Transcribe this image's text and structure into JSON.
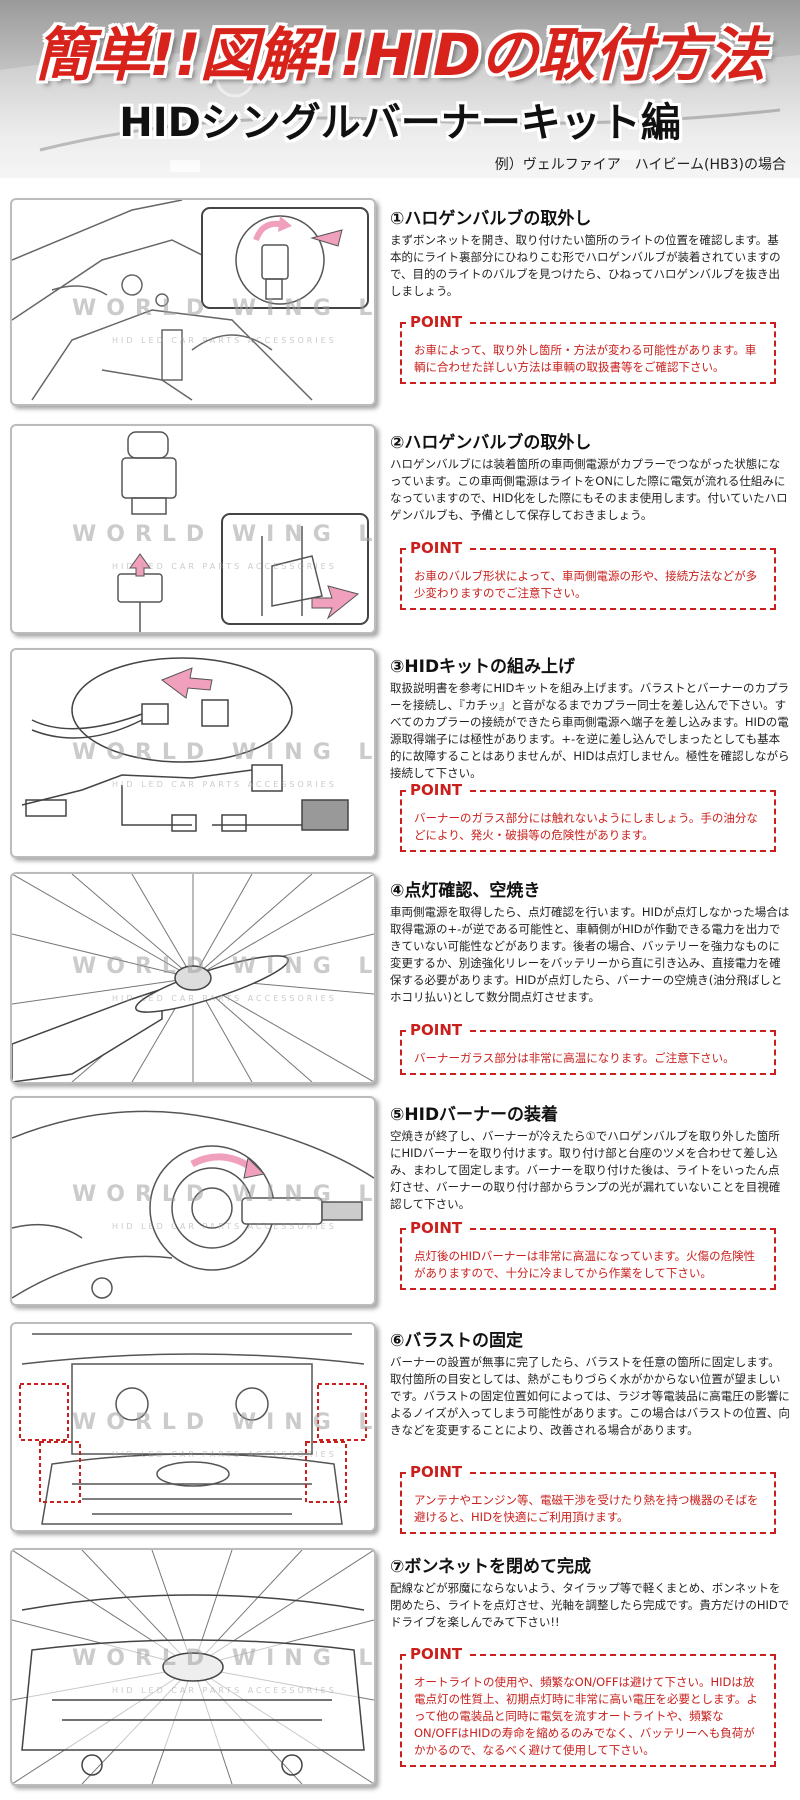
{
  "header": {
    "title": "簡単!!図解!!HIDの取付方法",
    "subtitle": "HIDシングルバーナーキット編",
    "example": "例）ヴェルファイア　ハイビーム(HB3)の場合"
  },
  "watermark": {
    "line1": "WORLD WING LIGHT",
    "line2": "HID LED CAR PARTS ACCESSORIES"
  },
  "point_label": "POINT",
  "steps": [
    {
      "title": "①ハロゲンバルブの取外し",
      "body": "まずボンネットを開き、取り付けたい箇所のライトの位置を確認します。基本的にライト裏部分にひねりこむ形でハロゲンバルブが装着されていますので、目的のライトのバルブを見つけたら、ひねってハロゲンバルブを抜き出しましょう。",
      "point": "お車によって、取り外し箇所・方法が変わる可能性があります。車輌に合わせた詳しい方法は車輌の取扱書等をご確認下さい。"
    },
    {
      "title": "②ハロゲンバルブの取外し",
      "body": "ハロゲンバルブには装着箇所の車両側電源がカプラーでつながった状態になっています。この車両側電源はライトをONにした際に電気が流れる仕組みになっていますので、HID化をした際にもそのまま使用します。付いていたハロゲンバルブも、予備として保存しておきましょう。",
      "point": "お車のバルブ形状によって、車両側電源の形や、接続方法などが多少変わりますのでご注意下さい。"
    },
    {
      "title": "③HIDキットの組み上げ",
      "body": "取扱説明書を参考にHIDキットを組み上げます。バラストとバーナーのカプラーを接続し、『カチッ』と音がなるまでカプラー同士を差し込んで下さい。すべてのカプラーの接続ができたら車両側電源へ端子を差し込みます。HIDの電源取得端子には極性があります。+-を逆に差し込んでしまったとしても基本的に故障することはありませんが、HIDは点灯しません。極性を確認しながら接続して下さい。",
      "point": "バーナーのガラス部分には触れないようにしましょう。手の油分などにより、発火・破損等の危険性があります。"
    },
    {
      "title": "④点灯確認、空焼き",
      "body": "車両側電源を取得したら、点灯確認を行います。HIDが点灯しなかった場合は取得電源の+-が逆である可能性と、車輌側がHIDが作動できる電力を出力できていない可能性などがあります。後者の場合、バッテリーを強力なものに変更するか、別途強化リレーをバッテリーから直に引き込み、直接電力を確保する必要があります。HIDが点灯したら、バーナーの空焼き(油分飛ばしとホコリ払い)として数分間点灯させます。",
      "point": "バーナーガラス部分は非常に高温になります。ご注意下さい。"
    },
    {
      "title": "⑤HIDバーナーの装着",
      "body": "空焼きが終了し、バーナーが冷えたら①でハロゲンバルブを取り外した箇所にHIDバーナーを取り付けます。取り付け部と台座のツメを合わせて差し込み、まわして固定します。バーナーを取り付けた後は、ライトをいったん点灯させ、バーナーの取り付け部からランプの光が漏れていないことを目視確認して下さい。",
      "point": "点灯後のHIDバーナーは非常に高温になっています。火傷の危険性がありますので、十分に冷ましてから作業をして下さい。"
    },
    {
      "title": "⑥バラストの固定",
      "body": "バーナーの設置が無事に完了したら、バラストを任意の箇所に固定します。取付箇所の目安としては、熱がこもりづらく水がかからない位置が望ましいです。バラストの固定位置如何によっては、ラジオ等電装品に高電圧の影響によるノイズが入ってしまう可能性があります。この場合はバラストの位置、向きなどを変更することにより、改善される場合があります。",
      "point": "アンテナやエンジン等、電磁干渉を受けたり熱を持つ機器のそばを避けると、HIDを快適にご利用頂けます。"
    },
    {
      "title": "⑦ボンネットを閉めて完成",
      "body": "配線などが邪魔にならないよう、タイラップ等で軽くまとめ、ボンネットを閉めたら、ライトを点灯させ、光軸を調整したら完成です。貴方だけのHIDでドライブを楽しんでみて下さい!!",
      "point": "オートライトの使用や、頻繁なON/OFFは避けて下さい。HIDは放電点灯の性質上、初期点灯時に非常に高い電圧を必要とします。よって他の電装品と同時に電気を流すオートライトや、頻繁なON/OFFはHIDの寿命を縮めるのみでなく、バッテリーへも負荷がかかるので、なるべく避けて使用して下さい。"
    }
  ],
  "colors": {
    "title_red": "#d8231c",
    "point_red": "#c9201d",
    "arrow_pink": "#f0a0bc"
  }
}
